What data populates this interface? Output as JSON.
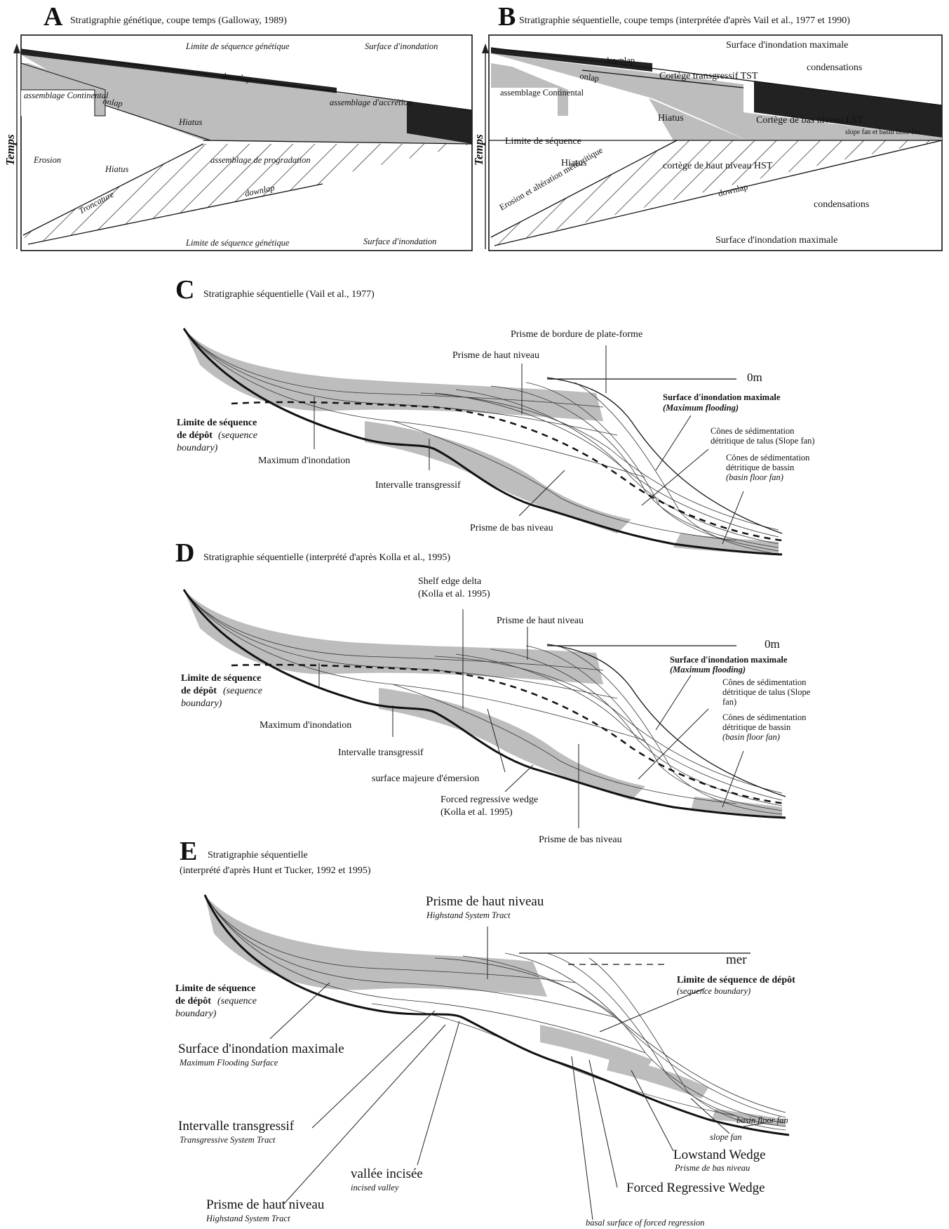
{
  "panelA": {
    "letter": "A",
    "title": "Stratigraphie génétique, coupe temps (Galloway, 1989)",
    "axis": "Temps",
    "labels": {
      "top_boundary": "Limite de séquence génétique",
      "top_flood": "Surface d'inondation",
      "downlap1": "downlap",
      "continental": "assemblage Continental",
      "onlap": "onlap",
      "hiatus1": "Hiatus",
      "accretion": "assemblage d'accrétion",
      "erosion": "Erosion",
      "hiatus2": "Hiatus",
      "troncature": "Troncature",
      "progradation": "assemblage de progradation",
      "downlap2": "downlap",
      "bottom_boundary": "Limite de séquence génétique",
      "bottom_flood": "Surface d'inondation"
    }
  },
  "panelB": {
    "letter": "B",
    "title": "Stratigraphie séquentielle, coupe temps (interprétée d'après Vail et al., 1977 et 1990)",
    "axis": "Temps",
    "labels": {
      "mfs_top": "Surface d'inondation maximale",
      "downlap": "downlap",
      "onlap": "onlap",
      "condensations1": "condensations",
      "tst": "Cortège transgressif TST",
      "continental": "assemblage Continental",
      "hiatus1": "Hiatus",
      "lst": "Cortège de bas niveau LST",
      "fans": "slope fan et basin floor fan",
      "limite": "Limite de séquence",
      "erosion": "Erosion et altération météoritique",
      "hiatus2": "Hiatus",
      "hst": "cortège de haut niveau HST",
      "downlap2": "downlap",
      "condensations2": "condensations",
      "mfs_bottom": "Surface d'inondation maximale"
    }
  },
  "panelC": {
    "letter": "C",
    "title": "Stratigraphie séquentielle (Vail et al., 1977)",
    "labels": {
      "bordure": "Prisme de bordure de plate-forme",
      "haut": "Prisme de haut niveau",
      "zero": "0m",
      "mfs": "Surface d'inondation maximale",
      "mfs_en": "(Maximum flooding)",
      "slope1": "Cônes de sédimentation",
      "slope2": "détritique de talus (Slope fan)",
      "basin1": "Cônes de sédimentation",
      "basin2": "détritique de bassin",
      "basin3": "(basin floor fan)",
      "limite1": "Limite de séquence",
      "limite2": "de dépôt",
      "limite3": "(sequence",
      "limite4": "boundary)",
      "maxinond": "Maximum d'inondation",
      "transgressif": "Intervalle transgressif",
      "bas": "Prisme de bas niveau"
    }
  },
  "panelD": {
    "letter": "D",
    "title": "Stratigraphie séquentielle (interprété d'après Kolla et al., 1995)",
    "labels": {
      "shelf1": "Shelf edge delta",
      "shelf2": "(Kolla et al. 1995)",
      "haut": "Prisme de haut niveau",
      "zero": "0m",
      "mfs": "Surface d'inondation maximale",
      "mfs_en": "(Maximum flooding)",
      "slope1": "Cônes de sédimentation",
      "slope2": "détritique de talus (Slope",
      "slope3": "fan)",
      "basin1": "Cônes de sédimentation",
      "basin2": "détritique de bassin",
      "basin3": "(basin floor fan)",
      "limite1": "Limite de séquence",
      "limite2": "de dépôt",
      "limite3": "(sequence",
      "limite4": "boundary)",
      "maxinond": "Maximum d'inondation",
      "transgressif": "Intervalle transgressif",
      "emersion": "surface majeure d'émersion",
      "forced1": "Forced regressive wedge",
      "forced2": "(Kolla et al. 1995)",
      "bas": "Prisme de bas niveau"
    }
  },
  "panelE": {
    "letter": "E",
    "title": "Stratigraphie séquentielle",
    "subtitle": "(interprété d'après Hunt et Tucker, 1992 et 1995)",
    "labels": {
      "hst_top": "Prisme de haut niveau",
      "hst_top_en": "Highstand System Tract",
      "mer": "mer",
      "limite_r1": "Limite de séquence de dépôt",
      "limite_r2": "(sequence boundary)",
      "limite1": "Limite de séquence",
      "limite2": "de dépôt",
      "limite3": "(sequence",
      "limite4": "boundary)",
      "mfs": "Surface d'inondation maximale",
      "mfs_en": "Maximum Flooding Surface",
      "tst": "Intervalle transgressif",
      "tst_en": "Transgressive System Tract",
      "valley": "vallée incisée",
      "valley_en": "incised valley",
      "hst_bot": "Prisme de haut niveau",
      "hst_bot_en": "Highstand System Tract",
      "basinfan": "basin floor fan",
      "slopefan": "slope fan",
      "lowstand": "Lowstand Wedge",
      "lowstand_fr": "Prisme de bas niveau",
      "frw": "Forced Regressive Wedge",
      "bsfr": "basal surface of forced regression"
    }
  }
}
